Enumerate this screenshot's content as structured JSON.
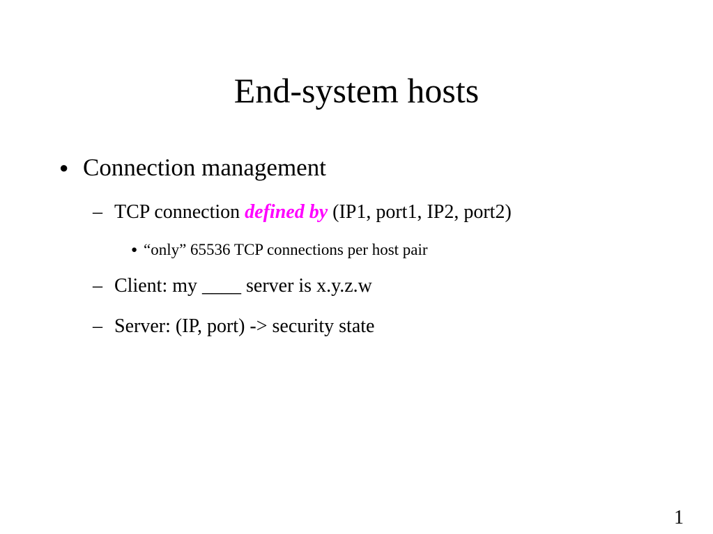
{
  "slide": {
    "title": "End-system hosts",
    "page_number": "1",
    "colors": {
      "background": "#ffffff",
      "text": "#000000",
      "emphasis": "#ff00ff"
    },
    "bullets": {
      "b1": {
        "marker": "●",
        "text": "Connection management"
      },
      "b1_1": {
        "marker": "–",
        "before": "TCP connection ",
        "emphasis": "defined by",
        "after": " (IP1, port1, IP2, port2)"
      },
      "b1_1_1": {
        "marker": "●",
        "text": "“only” 65536 TCP connections per host pair"
      },
      "b1_2": {
        "marker": "–",
        "text": "Client: my ____ server is x.y.z.w"
      },
      "b1_3": {
        "marker": "–",
        "text": "Server: (IP, port) -> security state"
      }
    }
  }
}
